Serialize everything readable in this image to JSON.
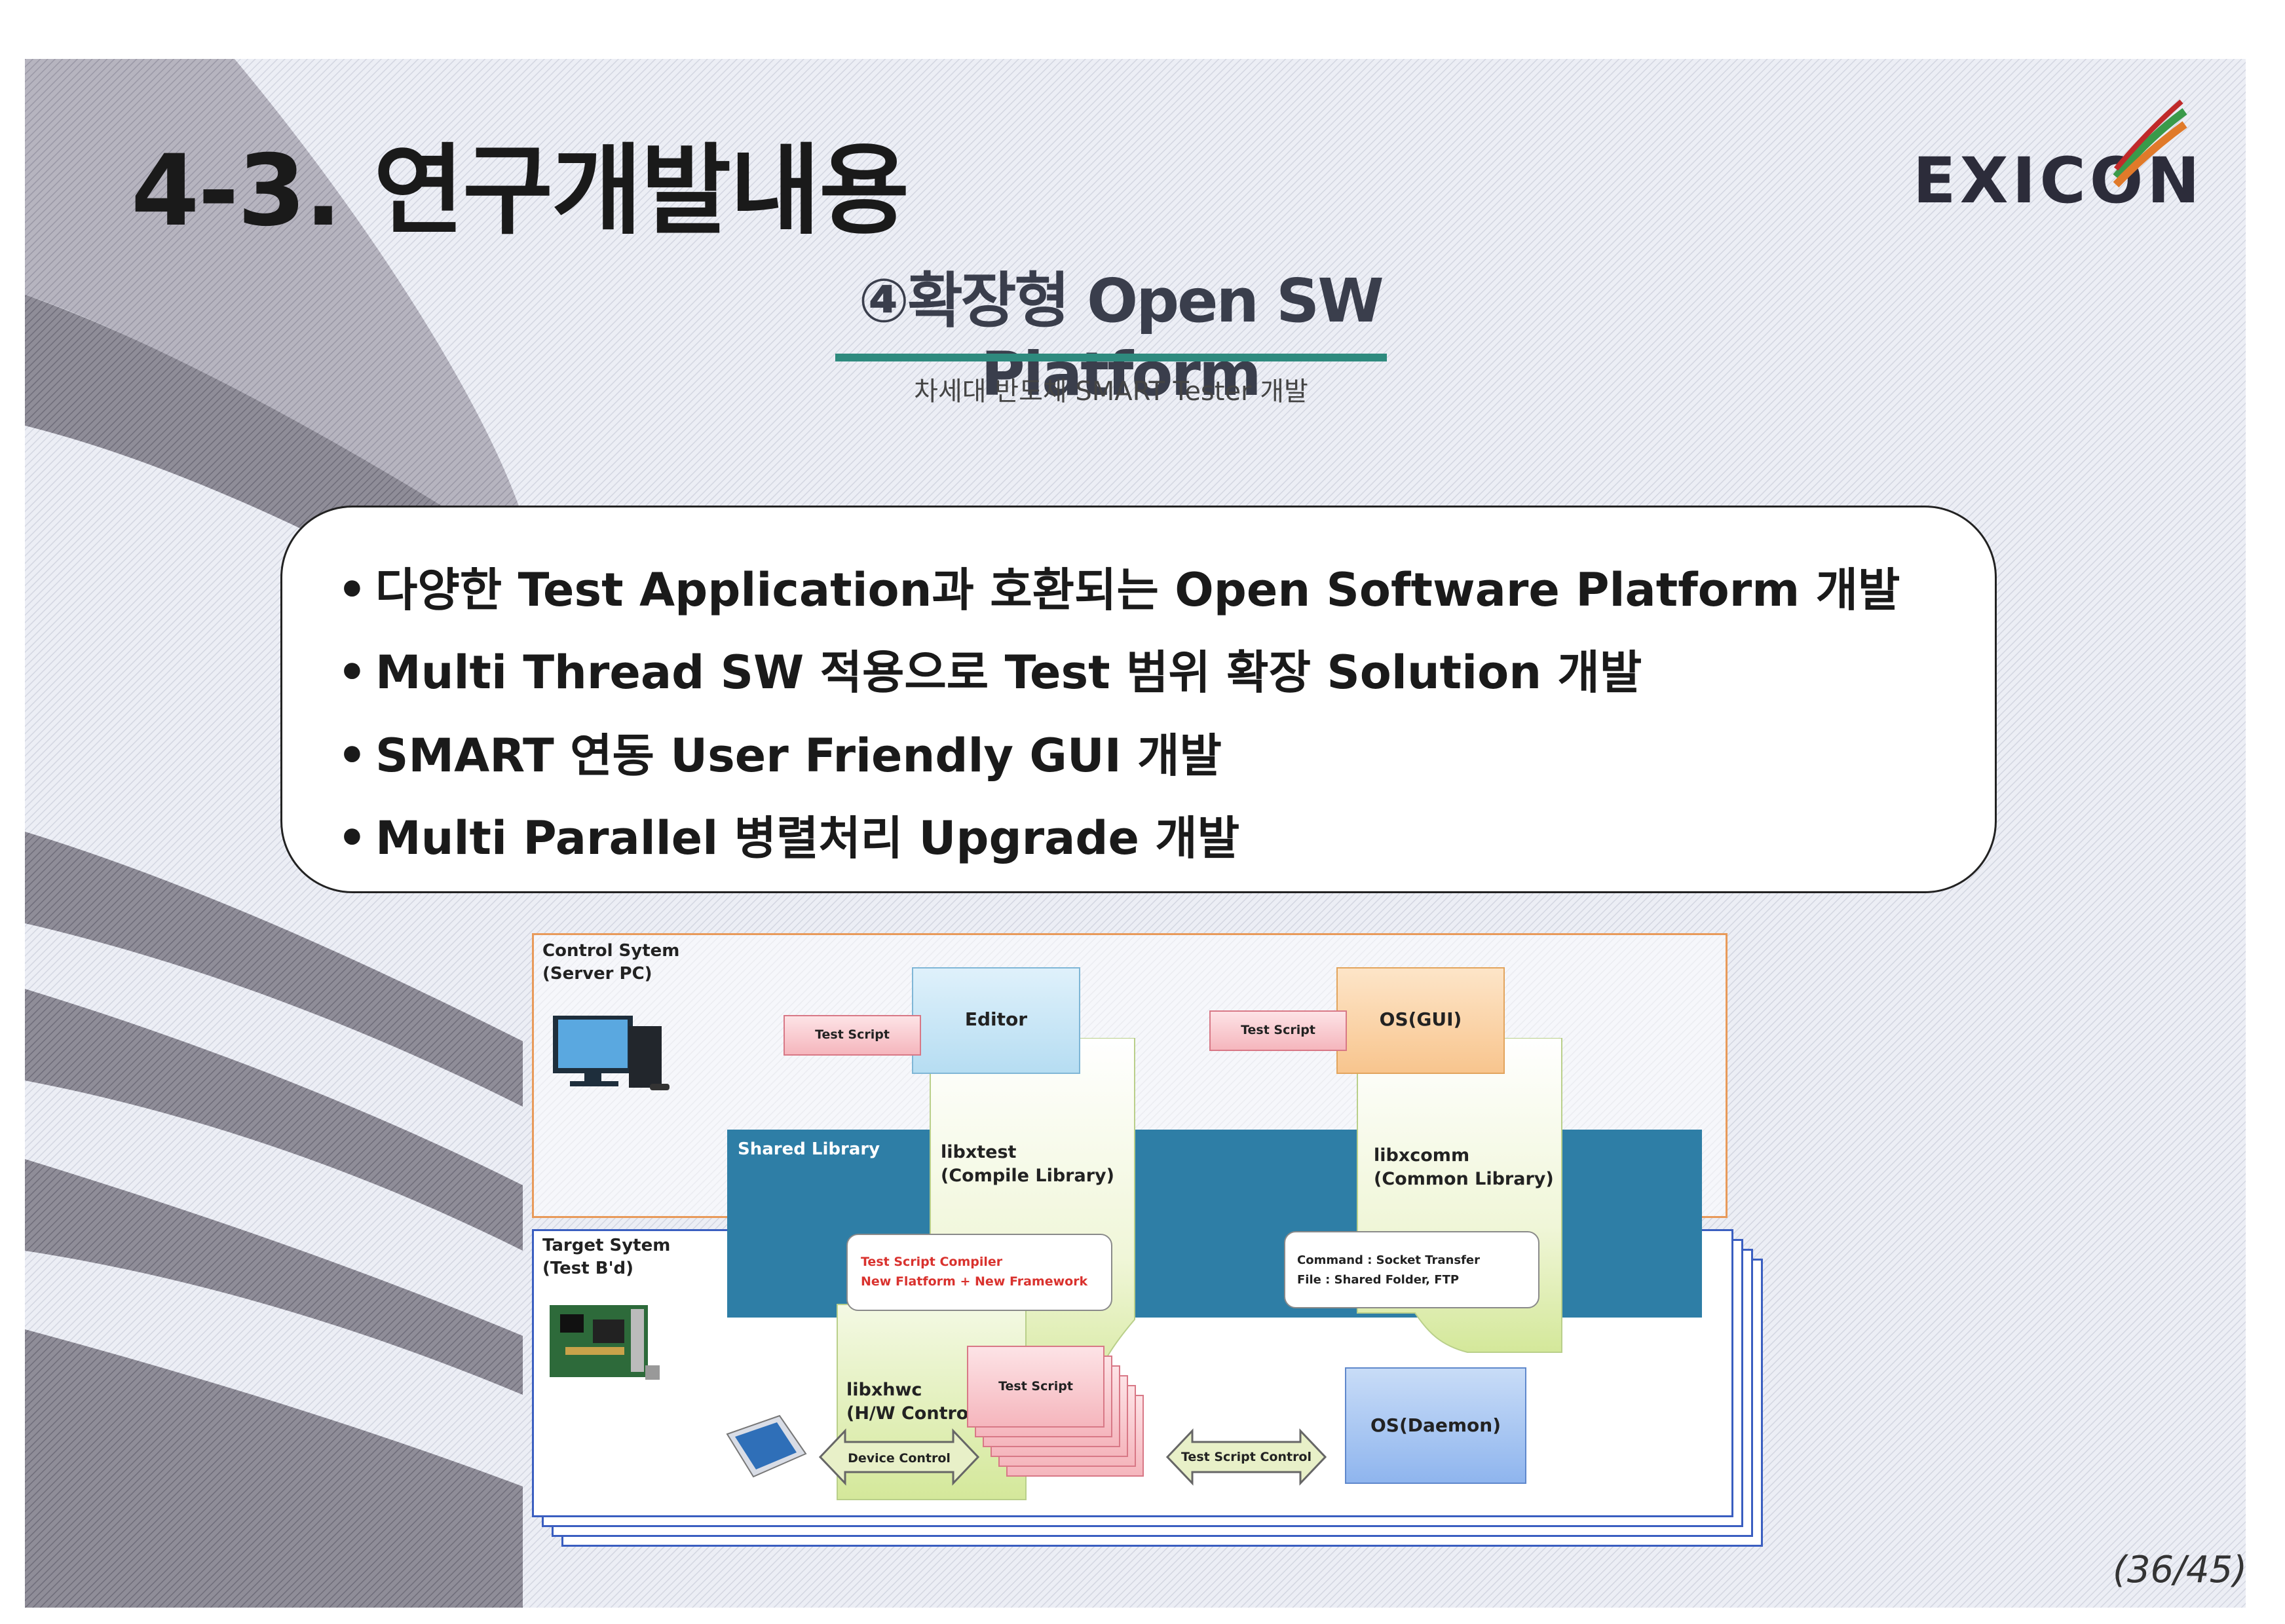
{
  "slide": {
    "title": "4-3. 연구개발내용",
    "logo": "EXICON",
    "subtitle": "④확장형 Open SW Platform",
    "tagline": "차세대 반도체 SMART Tester 개발",
    "page_number": "(36/45)"
  },
  "bullets": [
    "다양한 Test Application과 호환되는 Open Software Platform 개발",
    "Multi Thread SW 적용으로 Test 범위 확장 Solution 개발",
    "SMART 연동 User Friendly GUI 개발",
    "Multi Parallel 병렬처리 Upgrade 개발"
  ],
  "diagram": {
    "control_system": "Control Sytem\n(Server PC)",
    "target_system": "Target Sytem\n(Test B'd)",
    "shared_library": "Shared Library",
    "editor": "Editor",
    "os_gui": "OS(GUI)",
    "os_daemon": "OS(Daemon)",
    "test_script_left": "Test Script",
    "test_script_right": "Test Script",
    "test_script_stack": "Test Script",
    "libxtest": "libxtest\n(Compile Library)",
    "libxcomm": "libxcomm\n(Common Library)",
    "libxhwc": "libxhwc\n(H/W Control)",
    "compiler_line1": "Test Script Compiler",
    "compiler_line2": "New Flatform + New Framework",
    "comm_line1": "Command : Socket Transfer",
    "comm_line2": "File : Shared Folder, FTP",
    "device_control": "Device Control",
    "test_script_control": "Test Script Control"
  },
  "colors": {
    "accent_rule": "#2e8a7e",
    "shared_band": "#2e7ea6",
    "control_frame": "#e89a5a",
    "target_frame": "#3a5ec0"
  }
}
